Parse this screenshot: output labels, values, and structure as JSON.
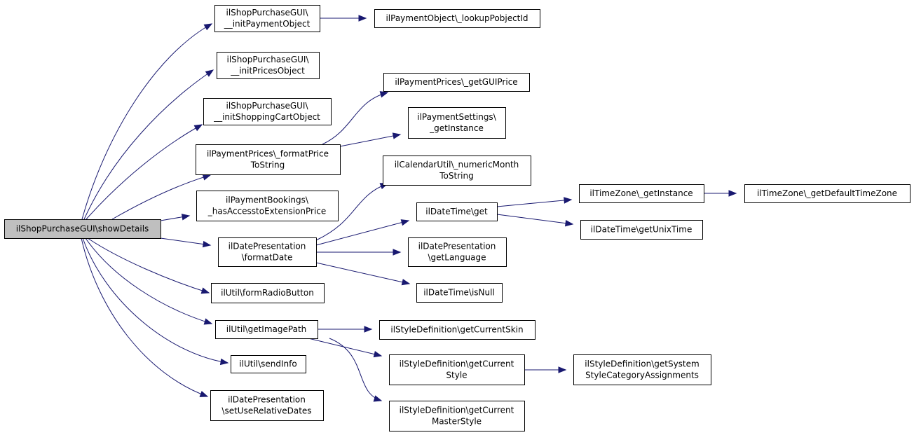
{
  "title": "",
  "colors": {
    "edge": "#191970",
    "node_border": "#000000",
    "root_fill": "#bfbfbf",
    "node_fill": "#ffffff"
  },
  "nodes": [
    {
      "id": "root",
      "lines": [
        "ilShopPurchaseGUI\\showDetails"
      ],
      "root": true
    },
    {
      "id": "initPaymentObject",
      "lines": [
        "ilShopPurchaseGUI\\",
        "__initPaymentObject"
      ]
    },
    {
      "id": "lookupPobjectId",
      "lines": [
        "ilPaymentObject\\_lookupPobjectId"
      ]
    },
    {
      "id": "initPricesObject",
      "lines": [
        "ilShopPurchaseGUI\\",
        "__initPricesObject"
      ]
    },
    {
      "id": "initShoppingCartObject",
      "lines": [
        "ilShopPurchaseGUI\\",
        "__initShoppingCartObject"
      ]
    },
    {
      "id": "formatPriceToString",
      "lines": [
        "ilPaymentPrices\\_formatPrice",
        "ToString"
      ]
    },
    {
      "id": "getGUIPrice",
      "lines": [
        "ilPaymentPrices\\_getGUIPrice"
      ]
    },
    {
      "id": "paymentSettingsGetInstance",
      "lines": [
        "ilPaymentSettings\\",
        "_getInstance"
      ]
    },
    {
      "id": "hasAccesstoExtensionPrice",
      "lines": [
        "ilPaymentBookings\\",
        "_hasAccesstoExtensionPrice"
      ]
    },
    {
      "id": "formatDate",
      "lines": [
        "ilDatePresentation",
        "\\formatDate"
      ]
    },
    {
      "id": "numericMonthToString",
      "lines": [
        "ilCalendarUtil\\_numericMonth",
        "ToString"
      ]
    },
    {
      "id": "dateTimeGet",
      "lines": [
        "ilDateTime\\get"
      ]
    },
    {
      "id": "timeZoneGetInstance",
      "lines": [
        "ilTimeZone\\_getInstance"
      ]
    },
    {
      "id": "getDefaultTimeZone",
      "lines": [
        "ilTimeZone\\_getDefaultTimeZone"
      ]
    },
    {
      "id": "getUnixTime",
      "lines": [
        "ilDateTime\\getUnixTime"
      ]
    },
    {
      "id": "getLanguage",
      "lines": [
        "ilDatePresentation",
        "\\getLanguage"
      ]
    },
    {
      "id": "isNull",
      "lines": [
        "ilDateTime\\isNull"
      ]
    },
    {
      "id": "formRadioButton",
      "lines": [
        "ilUtil\\formRadioButton"
      ]
    },
    {
      "id": "getImagePath",
      "lines": [
        "ilUtil\\getImagePath"
      ]
    },
    {
      "id": "getCurrentSkin",
      "lines": [
        "ilStyleDefinition\\getCurrentSkin"
      ]
    },
    {
      "id": "getCurrentStyle",
      "lines": [
        "ilStyleDefinition\\getCurrent",
        "Style"
      ]
    },
    {
      "id": "getSystemStyleCategoryAssignments",
      "lines": [
        "ilStyleDefinition\\getSystem",
        "StyleCategoryAssignments"
      ]
    },
    {
      "id": "getCurrentMasterStyle",
      "lines": [
        "ilStyleDefinition\\getCurrent",
        "MasterStyle"
      ]
    },
    {
      "id": "sendInfo",
      "lines": [
        "ilUtil\\sendInfo"
      ]
    },
    {
      "id": "setUseRelativeDates",
      "lines": [
        "ilDatePresentation",
        "\\setUseRelativeDates"
      ]
    }
  ],
  "edges": [
    {
      "from": "root",
      "to": "initPaymentObject"
    },
    {
      "from": "root",
      "to": "initPricesObject"
    },
    {
      "from": "root",
      "to": "initShoppingCartObject"
    },
    {
      "from": "root",
      "to": "formatPriceToString"
    },
    {
      "from": "root",
      "to": "hasAccesstoExtensionPrice"
    },
    {
      "from": "root",
      "to": "formatDate"
    },
    {
      "from": "root",
      "to": "formRadioButton"
    },
    {
      "from": "root",
      "to": "getImagePath"
    },
    {
      "from": "root",
      "to": "sendInfo"
    },
    {
      "from": "root",
      "to": "setUseRelativeDates"
    },
    {
      "from": "initPaymentObject",
      "to": "lookupPobjectId"
    },
    {
      "from": "formatPriceToString",
      "to": "getGUIPrice"
    },
    {
      "from": "formatPriceToString",
      "to": "paymentSettingsGetInstance"
    },
    {
      "from": "formatDate",
      "to": "numericMonthToString"
    },
    {
      "from": "formatDate",
      "to": "dateTimeGet"
    },
    {
      "from": "formatDate",
      "to": "getLanguage"
    },
    {
      "from": "formatDate",
      "to": "isNull"
    },
    {
      "from": "dateTimeGet",
      "to": "timeZoneGetInstance"
    },
    {
      "from": "dateTimeGet",
      "to": "getUnixTime"
    },
    {
      "from": "timeZoneGetInstance",
      "to": "getDefaultTimeZone"
    },
    {
      "from": "getImagePath",
      "to": "getCurrentSkin"
    },
    {
      "from": "getImagePath",
      "to": "getCurrentStyle"
    },
    {
      "from": "getImagePath",
      "to": "getCurrentMasterStyle"
    },
    {
      "from": "getCurrentStyle",
      "to": "getSystemStyleCategoryAssignments"
    }
  ]
}
